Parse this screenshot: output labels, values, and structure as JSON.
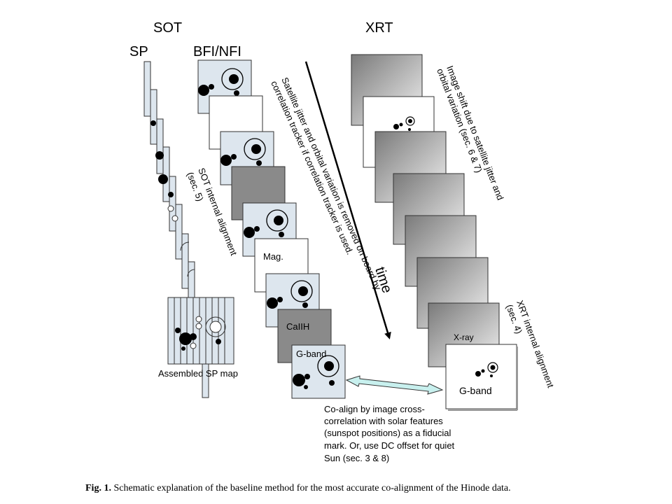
{
  "headers": {
    "sot": "SOT",
    "xrt": "XRT",
    "sp": "SP",
    "bfi_nfi": "BFI/NFI"
  },
  "sp_column": {
    "alignment_note_line1": "SOT internal alignment",
    "alignment_note_line2": "(sec. 5)",
    "assembled_map_label": "Assembled SP map"
  },
  "bfi_column": {
    "frames": [
      "Mag.",
      "CaIIH",
      "G-band"
    ],
    "jitter_note_line1": "Satellite jitter and orbital variation is removed on board by",
    "jitter_note_line2": "correlation tracker if correlation tracker is used."
  },
  "time_label": "time",
  "xrt_column": {
    "shift_note_line1": "Image shift due to satellite jitter  and",
    "shift_note_line2": "orbital variation (sec. 6 & 7)",
    "frames": [
      "X-ray",
      "G-band"
    ],
    "alignment_note_line1": "XRT internal alignment",
    "alignment_note_line2": "(sec. 4)"
  },
  "coalign_note": [
    "Co-align by image cross-",
    "correlation with solar features",
    "(sunspot positions) as a fiducial",
    "mark. Or, use DC offset for quiet",
    "Sun (sec. 3 & 8)"
  ],
  "caption": {
    "label": "Fig. 1.",
    "text": "Schematic explanation of the baseline method for the most accurate co-alignment of the Hinode data."
  },
  "colors": {
    "light_frame": "#dde6ee",
    "dark_frame": "#8a8a8a",
    "arrow_fill": "#c8f0ee",
    "xrt_gradient_start": "#7a7a7a",
    "xrt_gradient_end": "#f2f2f2"
  }
}
